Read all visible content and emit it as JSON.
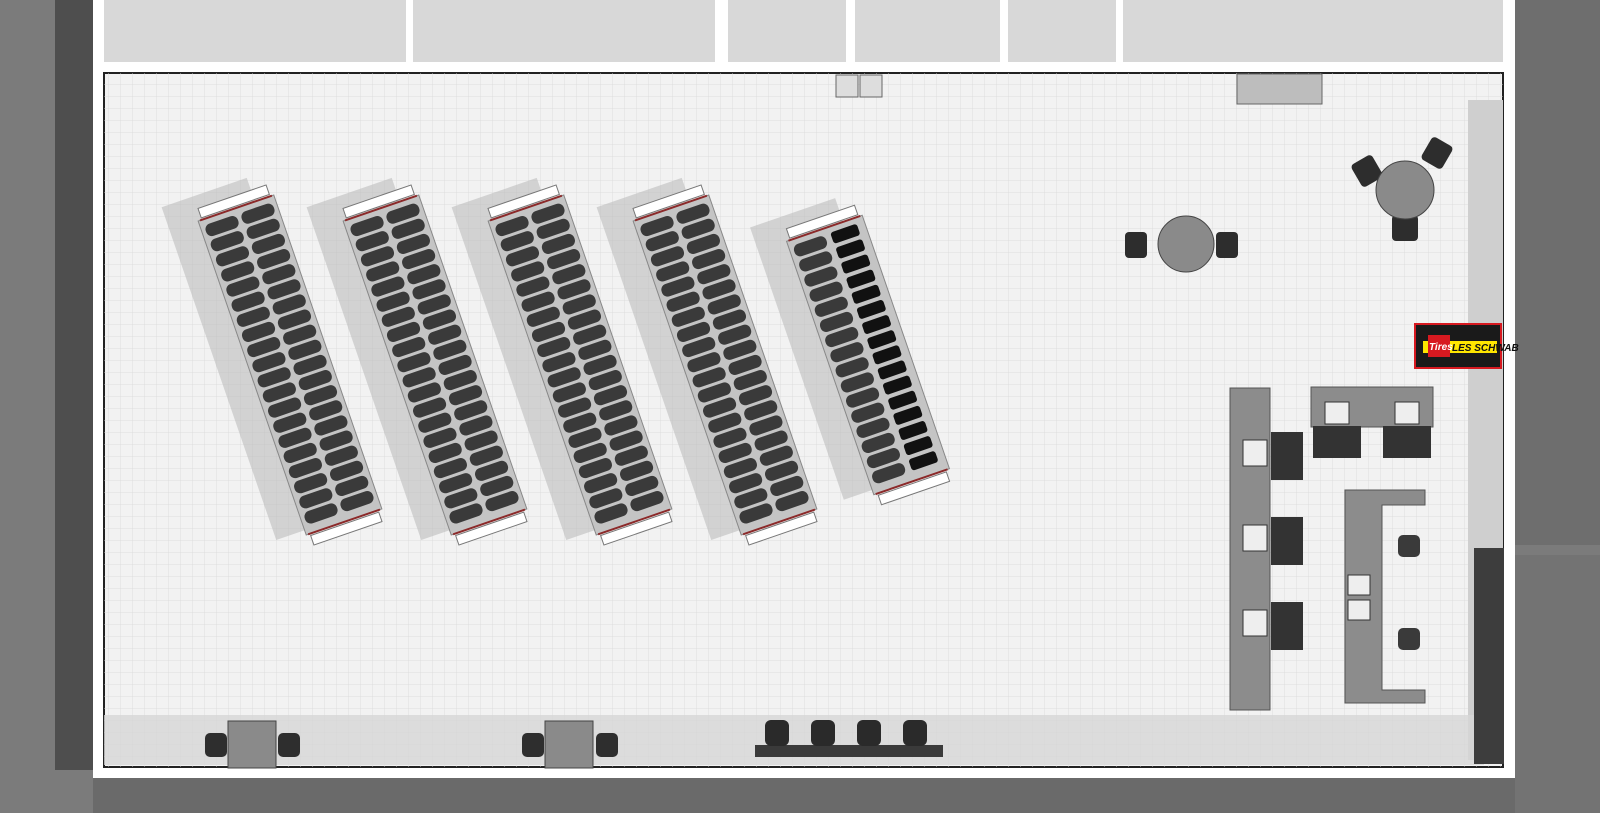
{
  "plan": {
    "title": "Tire showroom floor plan",
    "tire_racks": [
      {
        "tires_per_column": 20,
        "style": "flat"
      },
      {
        "tires_per_column": 20,
        "style": "flat"
      },
      {
        "tires_per_column": 20,
        "style": "flat"
      },
      {
        "tires_per_column": 20,
        "style": "flat"
      },
      {
        "tires_per_column": 16,
        "style": "wheels"
      }
    ],
    "round_tables": 2,
    "workstations": 5,
    "waiting_chairs": 4
  },
  "logo": {
    "badge": "Tires",
    "brand": "LES SCHWAB"
  },
  "colors": {
    "floor": "#f2f2f2",
    "grid": "#d9d9d9",
    "wall": "#ffffff",
    "exterior": "#7a7a7a",
    "tire": "#3a3a3a",
    "counter": "#8c8c8c",
    "logo_red": "#d71920",
    "logo_yellow": "#ffe600",
    "logo_bg": "#1a1a1a"
  }
}
